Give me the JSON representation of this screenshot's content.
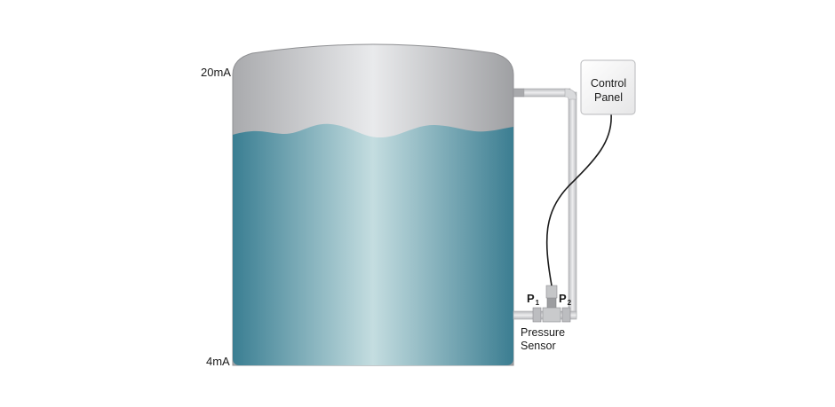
{
  "levels": {
    "top": "20mA",
    "bottom": "4mA"
  },
  "control_panel": {
    "line1": "Control",
    "line2": "Panel"
  },
  "ports": {
    "p1": "P",
    "p1_sub": "1",
    "p2": "P",
    "p2_sub": "2"
  },
  "sensor": {
    "line1": "Pressure",
    "line2": "Sensor"
  },
  "colors": {
    "water_dark": "#3a7e92",
    "water_light": "#c4dde0",
    "tank_top_dark": "#a9aaad",
    "tank_top_light": "#e9eaec",
    "pipe": "#d5d6d8",
    "cable": "#1a1a1a"
  }
}
